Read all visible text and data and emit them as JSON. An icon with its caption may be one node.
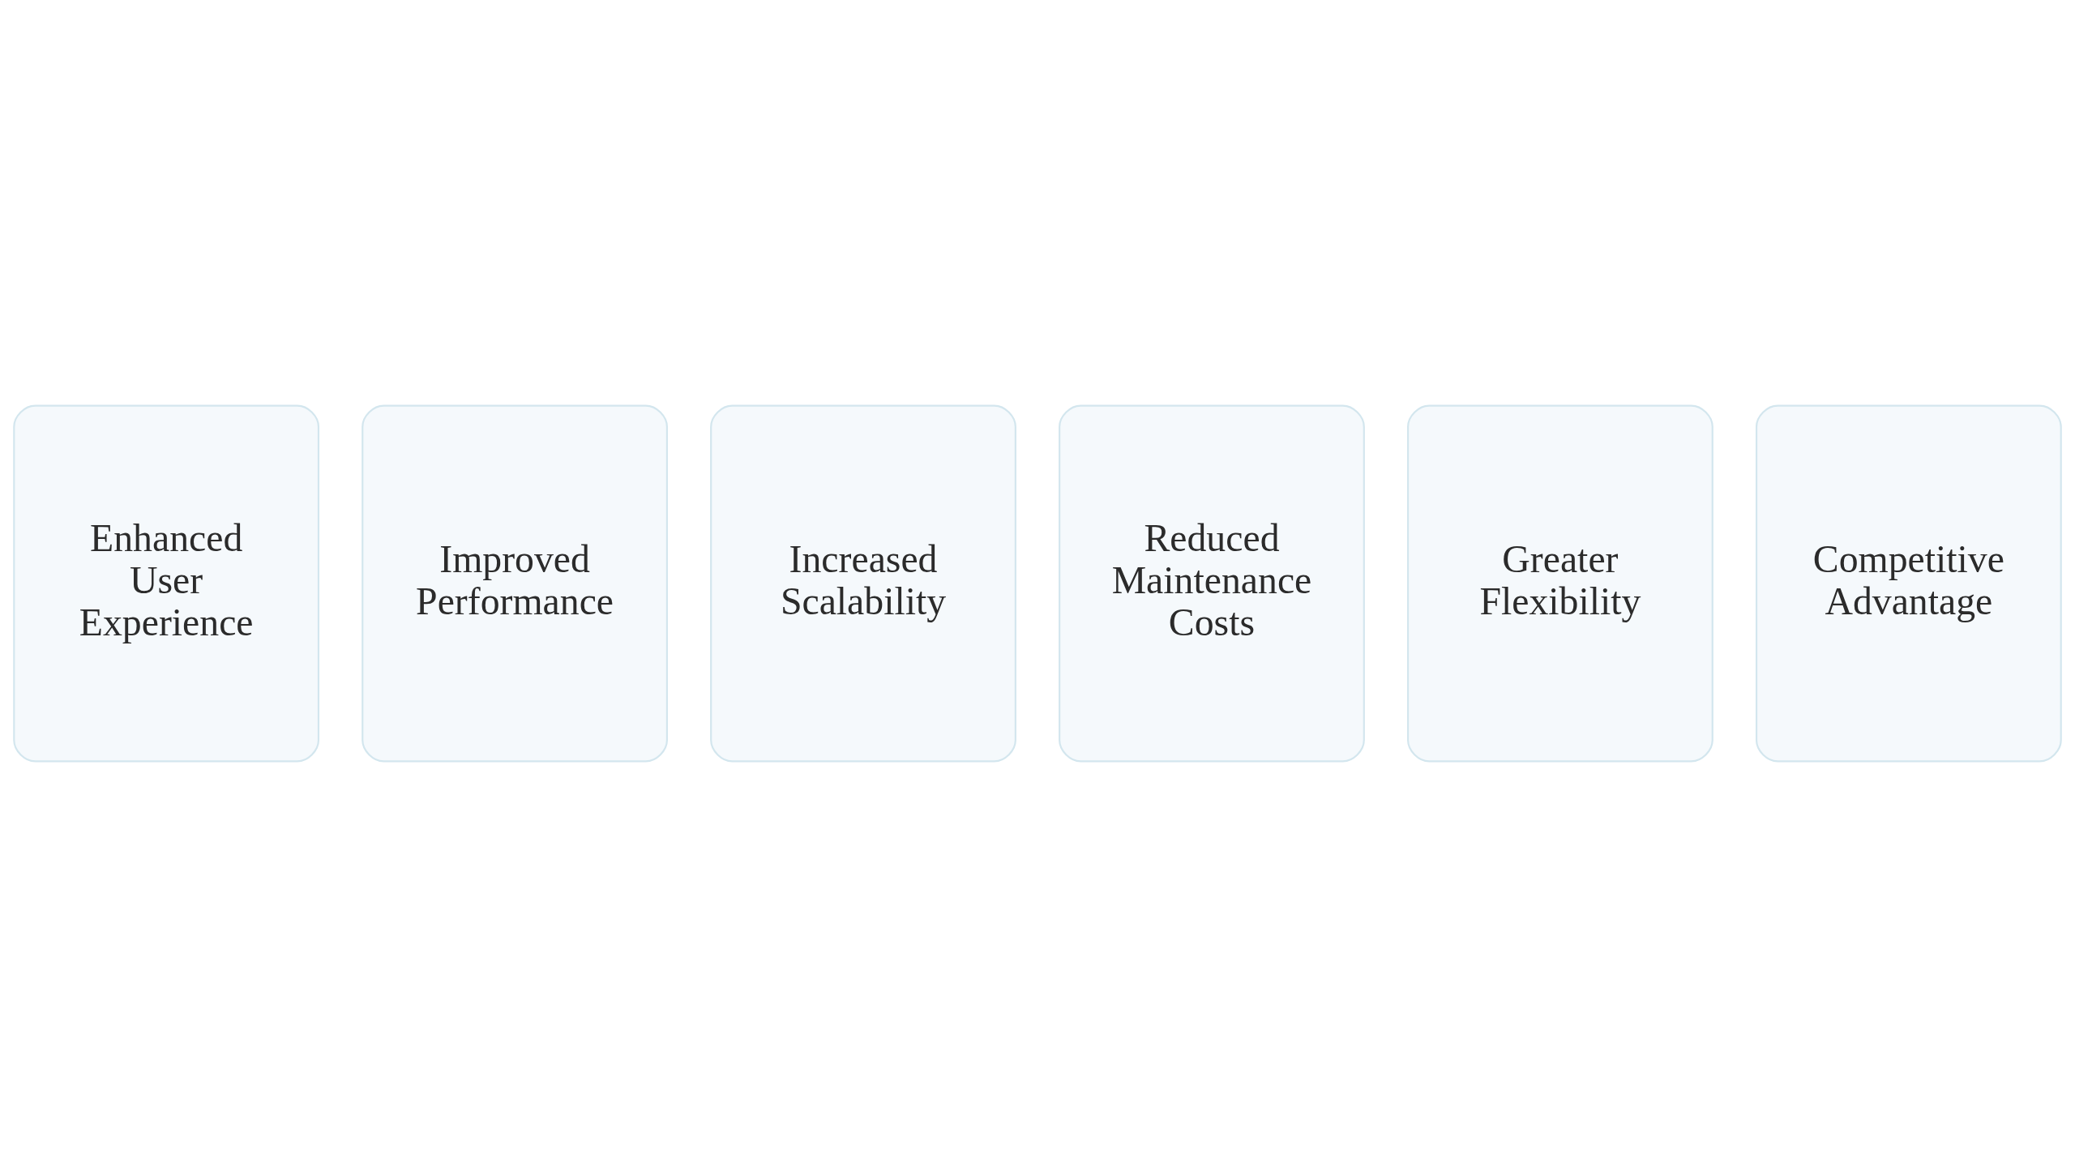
{
  "diagram": {
    "nodes": [
      {
        "text": [
          "Enhanced User Experience"
        ]
      },
      {
        "text": [
          "Improved Performance"
        ]
      },
      {
        "text": [
          "Increased Scalability"
        ]
      },
      {
        "text": [
          "Reduced Maintenance Costs"
        ]
      },
      {
        "text": [
          "Greater Flexibility"
        ]
      },
      {
        "text": [
          "Competitive Advantage"
        ]
      }
    ],
    "edges": []
  }
}
